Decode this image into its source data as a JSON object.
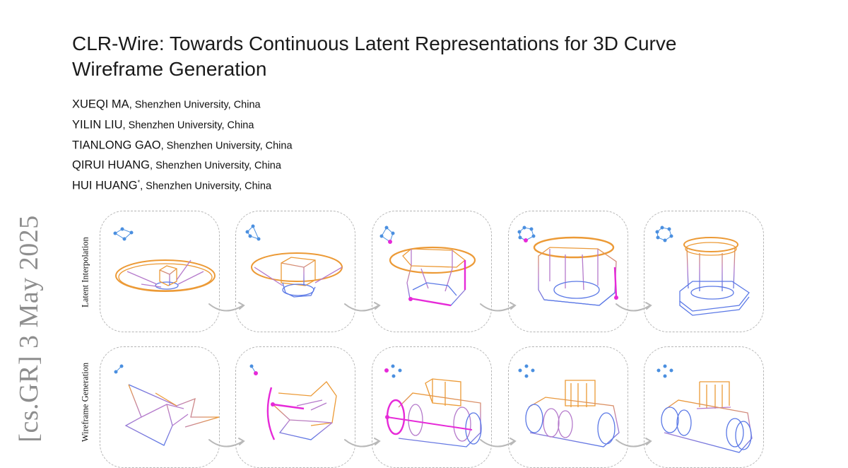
{
  "header": {
    "title_line1": "CLR-Wire: Towards Continuous Latent Representations for 3D Curve",
    "title_line2": "Wireframe Generation"
  },
  "authors": [
    {
      "name": "XUEQI MA",
      "affiliation": ", Shenzhen University, China",
      "mark": ""
    },
    {
      "name": "YILIN LIU",
      "affiliation": ", Shenzhen University, China",
      "mark": ""
    },
    {
      "name": "TIANLONG GAO",
      "affiliation": ", Shenzhen University, China",
      "mark": ""
    },
    {
      "name": "QIRUI HUANG",
      "affiliation": ", Shenzhen University, China",
      "mark": ""
    },
    {
      "name": "HUI HUANG",
      "affiliation": ", Shenzhen University, China",
      "mark": "*"
    }
  ],
  "arxiv_stamp": "[cs.GR]   3 May 2025",
  "figure": {
    "row_labels": [
      "Latent Interpolation",
      "Wireframe Generation"
    ],
    "colors": {
      "orange": "#ec9a36",
      "purple": "#b57acb",
      "blue": "#5a78e6",
      "magenta": "#e62ad8"
    }
  }
}
